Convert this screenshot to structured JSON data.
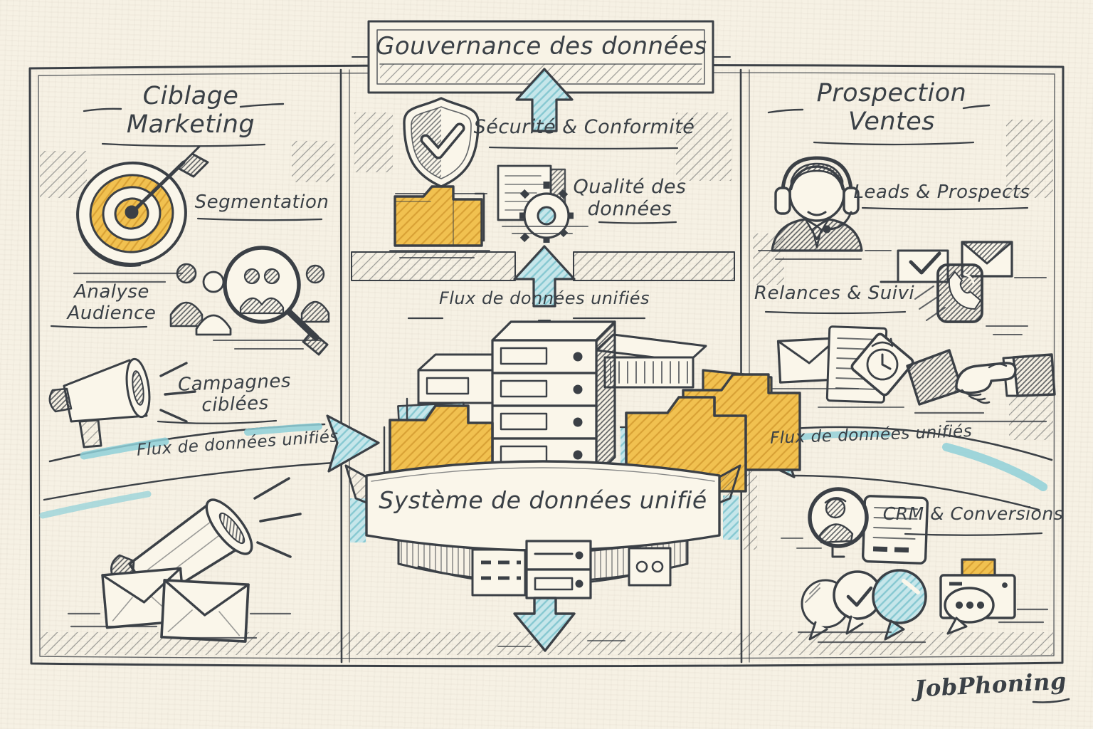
{
  "banner": {
    "title": "Gouvernance des données"
  },
  "left": {
    "title": "Ciblage Marketing",
    "segmentation": "Segmentation",
    "audience": "Analyse Audience",
    "campaigns": "Campagnes ciblées",
    "flux": "Flux de données unifiés"
  },
  "center": {
    "security": "Sécurité & Conformité",
    "quality": "Qualité des données",
    "flux": "Flux de données unifiés",
    "system": "Système de données unifié"
  },
  "right": {
    "title": "Prospection Ventes",
    "leads": "Leads & Prospects",
    "followup": "Relances & Suivi",
    "crm": "CRM & Conversions",
    "flux": "Flux de données unifiés"
  },
  "footer": {
    "signature": "JobPhoning"
  },
  "colors": {
    "paper": "#f6f1e4",
    "ink": "#3b4046",
    "accent_yellow": "#f1c150",
    "accent_yellow_hatch": "#d2992e",
    "accent_blue": "#c6e6ea",
    "accent_blue_hatch": "#7fc5cf"
  },
  "icons": {
    "left": [
      "target-arrow-icon",
      "audience-magnifier-icon",
      "megaphone-icon",
      "megaphone-large-icon",
      "envelopes-icon"
    ],
    "center": [
      "up-arrow-icon",
      "shield-check-icon",
      "folder-icon",
      "document-gear-icon",
      "up-arrow-icon",
      "server-folder-stack-icon",
      "server-drawer-icon",
      "down-arrow-icon",
      "right-flow-arrow-icon",
      "left-flow-arrow-icon"
    ],
    "right": [
      "support-agent-headset-icon",
      "envelope-check-icon",
      "smartphone-call-icon",
      "envelope-icon",
      "document-icon",
      "clock-icon",
      "handshake-icon",
      "contact-card-icon",
      "chat-check-bubble-icon",
      "chat-bubble-blue-icon",
      "printer-chat-icon"
    ]
  }
}
